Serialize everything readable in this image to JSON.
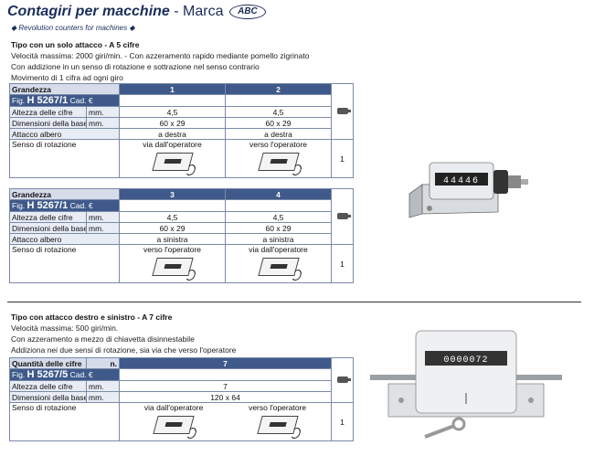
{
  "header": {
    "title_italic": "Contagiri per macchine",
    "title_rest": " - Marca",
    "logo_text": "ABC",
    "subtitle": "◆ Revolution counters for machines ◆"
  },
  "section1": {
    "heading": "Tipo con un solo attacco - A 5 cifre",
    "lines": [
      "Velocità massima: 2000 giri/min. - Con azzeramento rapido mediante pomello zigrinato",
      "Con addizione in un senso di rotazione e sottrazione nel senso contrario",
      "Movimento di 1 cifra ad ogni giro"
    ],
    "tables": [
      {
        "grandezza_label": "Grandezza",
        "cols": [
          "1",
          "2"
        ],
        "fig_prefix": "Fig.",
        "fig_code": "H 5267/1",
        "cad": "Cad. €",
        "rows": [
          {
            "label": "Altezza delle cifre",
            "unit": "mm.",
            "v": [
              "4,5",
              "4,5"
            ]
          },
          {
            "label": "Dimensioni della base",
            "unit": "mm.",
            "v": [
              "60 x 29",
              "60 x 29"
            ]
          },
          {
            "label": "Attacco albero",
            "unit": "",
            "v": [
              "a destra",
              "a destra"
            ]
          }
        ],
        "rot_label": "Senso di rotazione",
        "rot": [
          "via dall'operatore",
          "verso l'operatore"
        ],
        "qty": "1"
      },
      {
        "grandezza_label": "Grandezza",
        "cols": [
          "3",
          "4"
        ],
        "fig_prefix": "Fig.",
        "fig_code": "H 5267/1",
        "cad": "Cad. €",
        "rows": [
          {
            "label": "Altezza delle cifre",
            "unit": "mm.",
            "v": [
              "4,5",
              "4,5"
            ]
          },
          {
            "label": "Dimensioni della base",
            "unit": "mm.",
            "v": [
              "60 x 29",
              "60 x 29"
            ]
          },
          {
            "label": "Attacco albero",
            "unit": "",
            "v": [
              "a sinistra",
              "a sinistra"
            ]
          }
        ],
        "rot_label": "Senso di rotazione",
        "rot": [
          "verso l'operatore",
          "via dall'operatore"
        ],
        "qty": "1"
      }
    ],
    "counter_digits": "44446"
  },
  "section2": {
    "heading": "Tipo con attacco destro e sinistro - A 7 cifre",
    "lines": [
      "Velocità massima: 500 giri/min.",
      "Con azzeramento a mezzo di chiavetta disinnestabile",
      "Addiziona nei due sensi di rotazione, sia via che verso l'operatore"
    ],
    "table": {
      "qty_label": "Quantità delle cifre",
      "qty_unit": "n.",
      "col": "7",
      "fig_prefix": "Fig.",
      "fig_code": "H 5267/5",
      "cad": "Cad. €",
      "rows": [
        {
          "label": "Altezza delle cifre",
          "unit": "mm.",
          "v": "7"
        },
        {
          "label": "Dimensioni della base",
          "unit": "mm.",
          "v": "120 x 64"
        }
      ],
      "rot_label": "Senso di rotazione",
      "rot": [
        "via dall'operatore",
        "verso l'operatore"
      ],
      "qty": "1"
    },
    "counter_digits": "0000072"
  }
}
